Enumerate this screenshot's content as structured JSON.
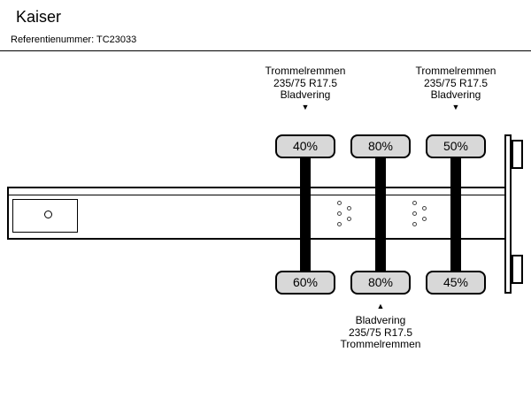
{
  "header": {
    "title": "Kaiser",
    "reference": "Referentienummer: TC23033"
  },
  "colors": {
    "background": "#ffffff",
    "line": "#000000",
    "tire_box_fill": "#d8d8d8"
  },
  "annotations": {
    "top_left": {
      "lines": [
        "Trommelremmen",
        "235/75 R17.5",
        "Bladvering"
      ]
    },
    "top_right": {
      "lines": [
        "Trommelremmen",
        "235/75 R17.5",
        "Bladvering"
      ]
    },
    "bottom": {
      "lines": [
        "Bladvering",
        "235/75 R17.5",
        "Trommelremmen"
      ]
    }
  },
  "icons": {
    "arrow_down": "▼",
    "arrow_up": "▲"
  },
  "tires": {
    "top": [
      "40%",
      "80%",
      "50%"
    ],
    "bottom": [
      "60%",
      "80%",
      "45%"
    ]
  }
}
